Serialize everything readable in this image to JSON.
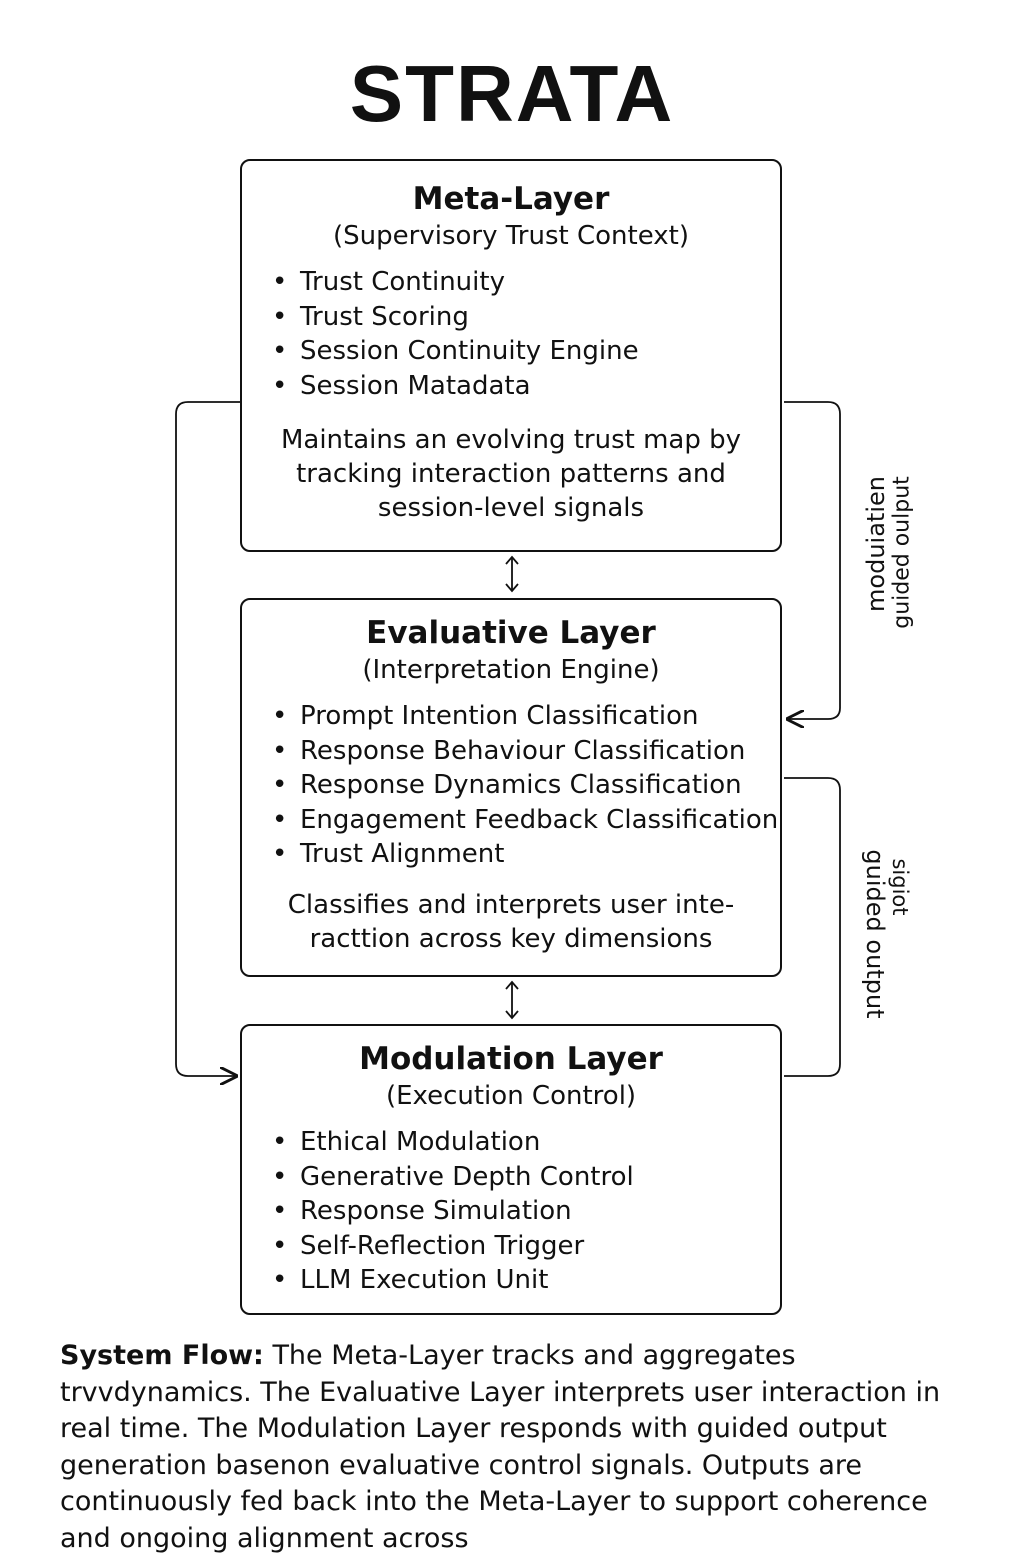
{
  "title": "STRATA",
  "meta_layer": {
    "title": "Meta-Layer",
    "subtitle": "(Supervisory Trust Context)",
    "items": [
      "Trust Continuity",
      "Trust Scoring",
      "Session Continuity Engine",
      "Session Matadata"
    ],
    "description_lines": [
      "Maintains an evolving trust map by",
      "tracking interaction patterns and",
      "session-level signals"
    ]
  },
  "evaluative_layer": {
    "title": "Evaluative Layer",
    "subtitle": "(Interpretation Engine)",
    "items": [
      "Prompt Intention Classification",
      "Response Behaviour Classification",
      "Response Dynamics Classification",
      "Engagement Feedback Classification",
      "Trust Alignment"
    ],
    "description_lines": [
      "Classifies and interprets user inte-",
      "racttion across key dimensions"
    ]
  },
  "modulation_layer": {
    "title": "Modulation Layer",
    "subtitle": "(Execution Control)",
    "items": [
      "Ethical Modulation",
      "Generative Depth Control",
      "Response Simulation",
      "Self-Reflection Trigger",
      "LLM Execution Unit"
    ]
  },
  "connector_labels": {
    "upper_right_line1": "moduiatien",
    "upper_right_line2": "guided oulput",
    "lower_right_line1": "guided output",
    "lower_right_line2": "sigiot"
  },
  "system_flow": {
    "label": "System Flow:",
    "text": " The Meta-Layer tracks and aggregates trvvdynamics. The Evaluative Layer interprets user interaction in real time. The Modulation Layer responds with guided output generation basenon evaluative control signals. Outputs are continuously fed back into the Meta-Layer to support coherence and ongoing alignment across"
  }
}
